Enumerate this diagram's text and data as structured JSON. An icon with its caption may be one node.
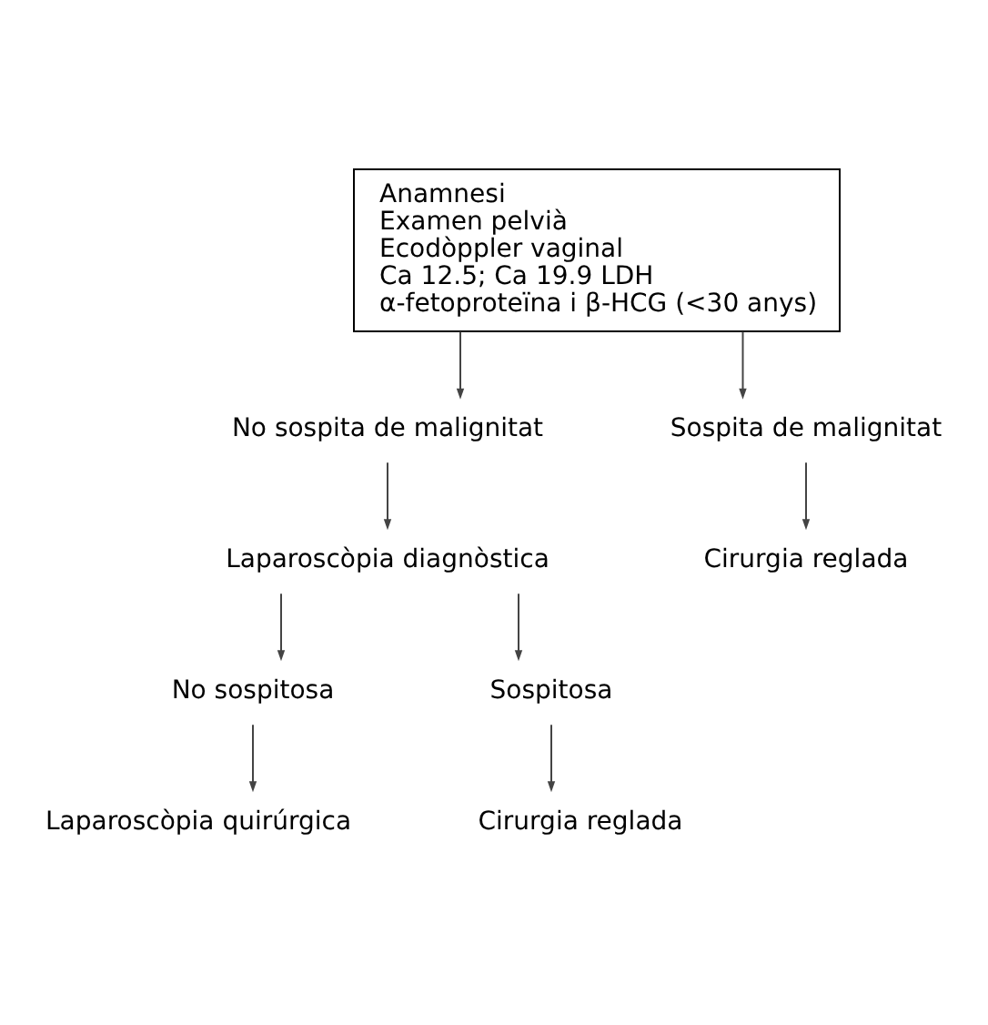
{
  "diagram": {
    "nodes": [
      {
        "text": [
          "Anamnesi",
          "Examen pelvià",
          "Ecodòppler vaginal",
          "Ca 12.5; Ca 19.9 LDH",
          "α-fetoproteïna i β-HCG (<30 anys)"
        ]
      },
      {
        "text": [
          "No sospita de malignitat"
        ]
      },
      {
        "text": [
          "Sospita de malignitat"
        ]
      },
      {
        "text": [
          "Laparoscòpia diagnòstica"
        ]
      },
      {
        "text": [
          "Cirurgia reglada"
        ]
      },
      {
        "text": [
          "No sospitosa"
        ]
      },
      {
        "text": [
          "Sospitosa"
        ]
      },
      {
        "text": [
          "Laparoscòpia quirúrgica"
        ]
      },
      {
        "text": [
          "Cirurgia reglada"
        ]
      }
    ],
    "edges": [
      {
        "from": 0,
        "to": 1,
        "arrow": "to"
      },
      {
        "from": 0,
        "to": 2,
        "arrow": "to"
      },
      {
        "from": 1,
        "to": 3,
        "arrow": "to"
      },
      {
        "from": 2,
        "to": 4,
        "arrow": "to"
      },
      {
        "from": 3,
        "to": 5,
        "arrow": "to"
      },
      {
        "from": 3,
        "to": 6,
        "arrow": "to"
      },
      {
        "from": 5,
        "to": 7,
        "arrow": "to"
      },
      {
        "from": 6,
        "to": 8,
        "arrow": "to"
      }
    ]
  }
}
